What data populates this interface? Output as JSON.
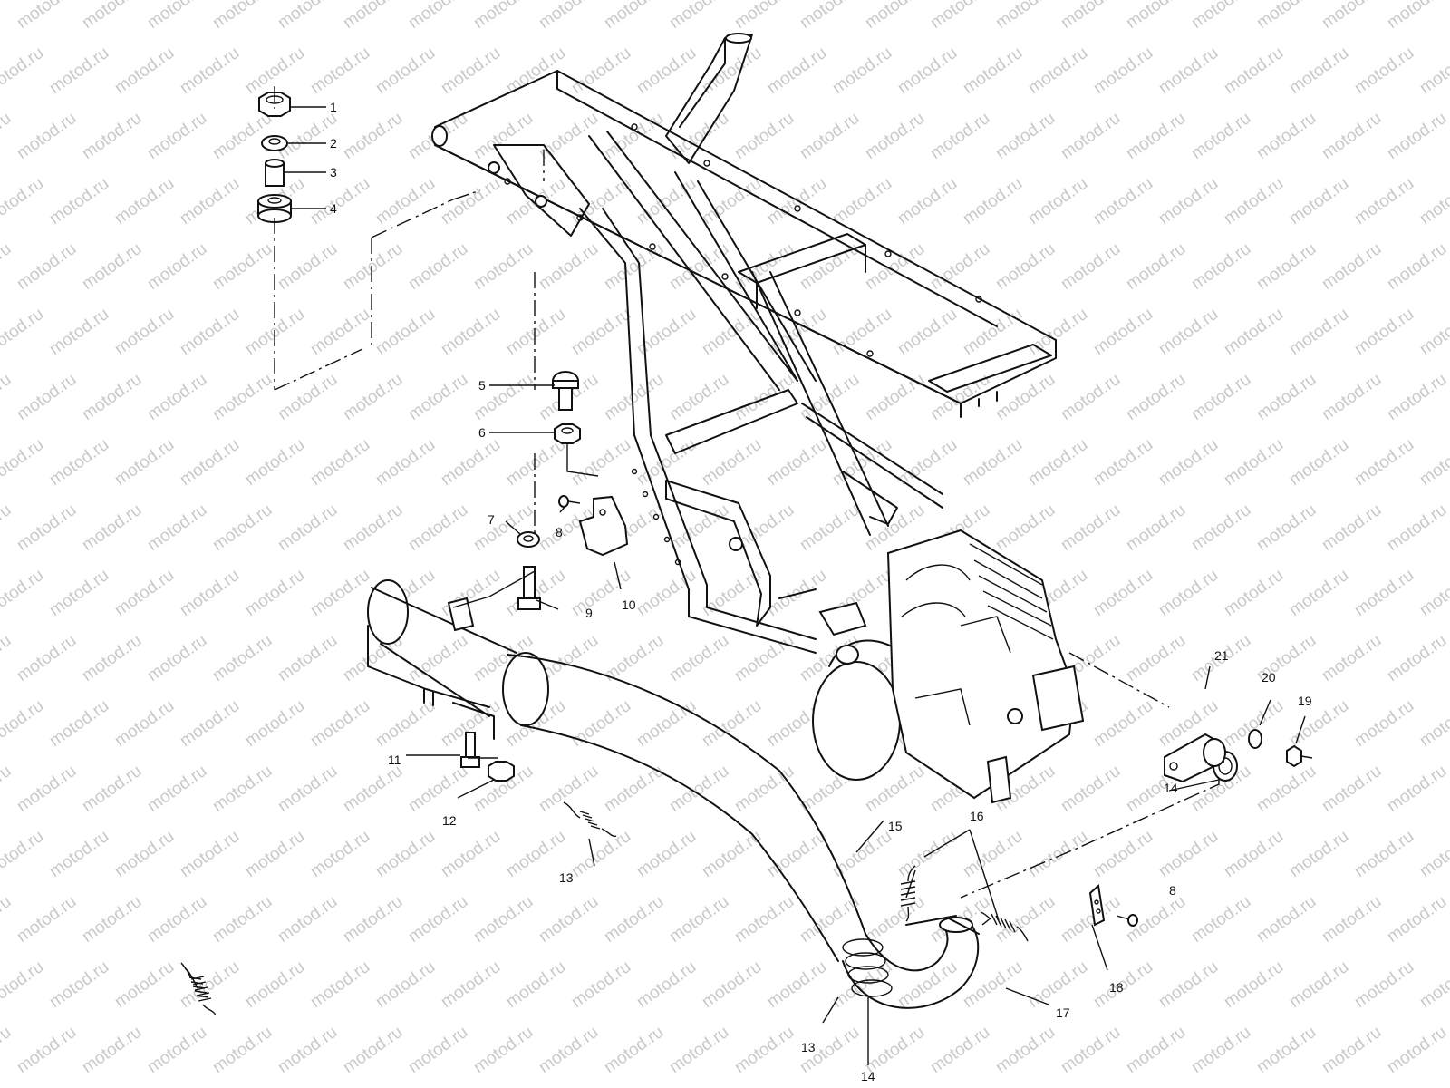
{
  "watermark": "motod.ru",
  "callouts": [
    "1",
    "2",
    "3",
    "4",
    "5",
    "6",
    "7",
    "8",
    "9",
    "10",
    "11",
    "12",
    "13",
    "13",
    "14",
    "14",
    "15",
    "16",
    "17",
    "18",
    "8",
    "19",
    "20",
    "21"
  ]
}
